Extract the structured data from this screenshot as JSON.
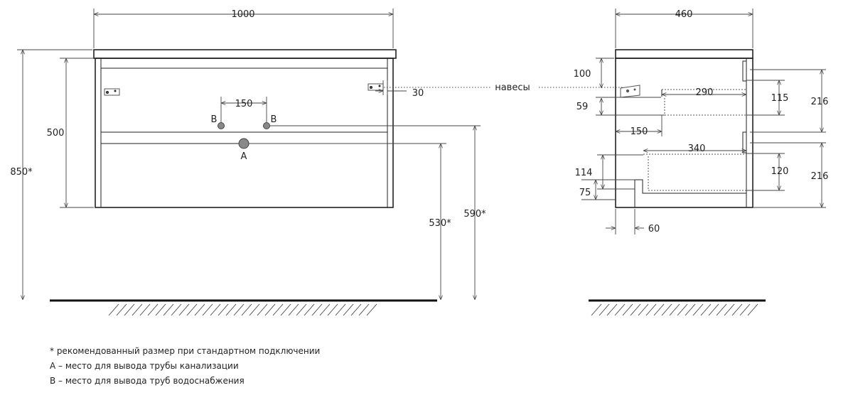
{
  "front": {
    "width": "1000",
    "height": "500",
    "total_height": "850*",
    "pipe_spacing": "150",
    "hinge_offset": "30",
    "point_a": "A",
    "point_b_left": "B",
    "point_b_right": "B",
    "height_a": "530*",
    "height_b": "590*"
  },
  "side": {
    "width": "460",
    "hanger_label": "навесы",
    "dim_100": "100",
    "dim_59": "59",
    "dim_290": "290",
    "dim_115": "115",
    "dim_216_top": "216",
    "dim_150": "150",
    "dim_340": "340",
    "dim_114": "114",
    "dim_120": "120",
    "dim_216_bottom": "216",
    "dim_75": "75",
    "dim_60": "60"
  },
  "notes": {
    "note_star": "* рекомендованный размер при стандартном подключении",
    "note_a": "А – место для вывода трубы канализации",
    "note_b": "В – место для вывода труб водоснабжения"
  },
  "colors": {
    "line": "#222222",
    "dim": "#444444",
    "floor": "#111111"
  }
}
